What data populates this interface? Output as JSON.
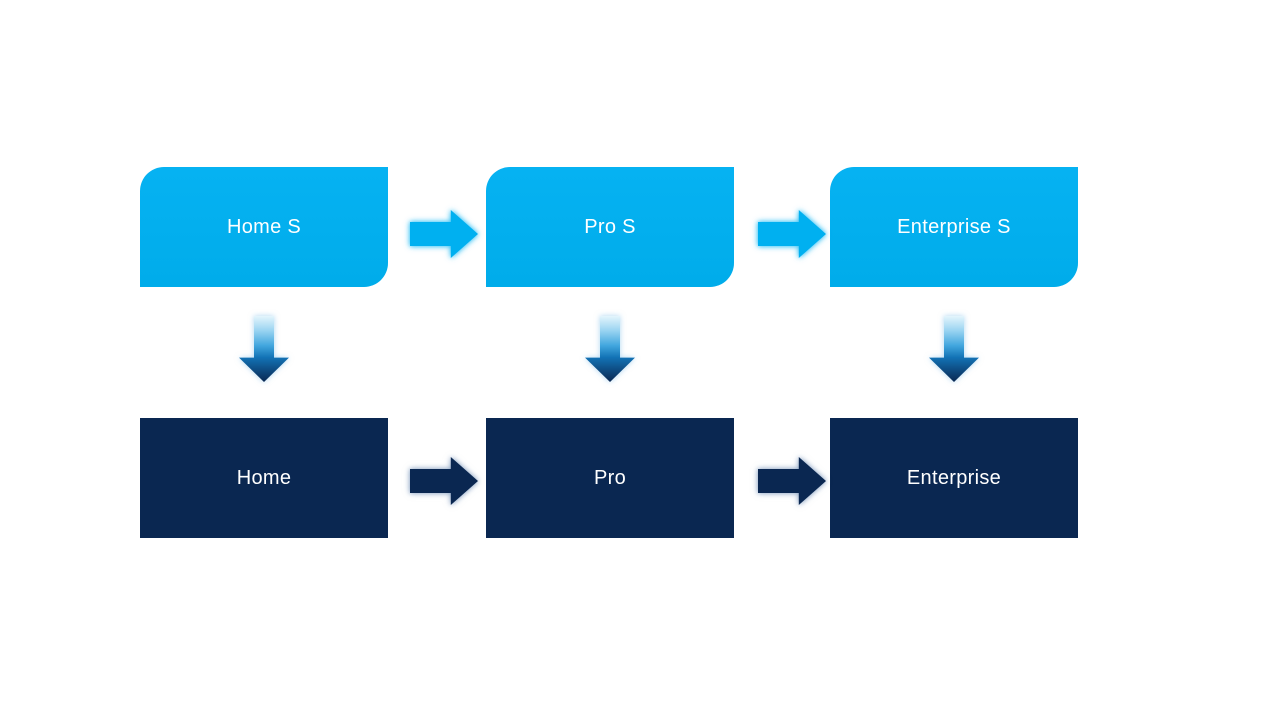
{
  "diagram": {
    "type": "flow",
    "description": "Two-row edition upgrade flow diagram",
    "columns": [
      {
        "top_label": "Home S",
        "bottom_label": "Home"
      },
      {
        "top_label": "Pro S",
        "bottom_label": "Pro"
      },
      {
        "top_label": "Enterprise S",
        "bottom_label": "Enterprise"
      }
    ],
    "connectors": {
      "horizontal_top": "right-arrow",
      "horizontal_bottom": "right-arrow",
      "vertical": "down-arrow"
    },
    "colors": {
      "top_box": "#00B0F0",
      "bottom_box": "#0A2751",
      "label_text": "#FFFFFF",
      "canvas": "#FFFFFF"
    }
  }
}
